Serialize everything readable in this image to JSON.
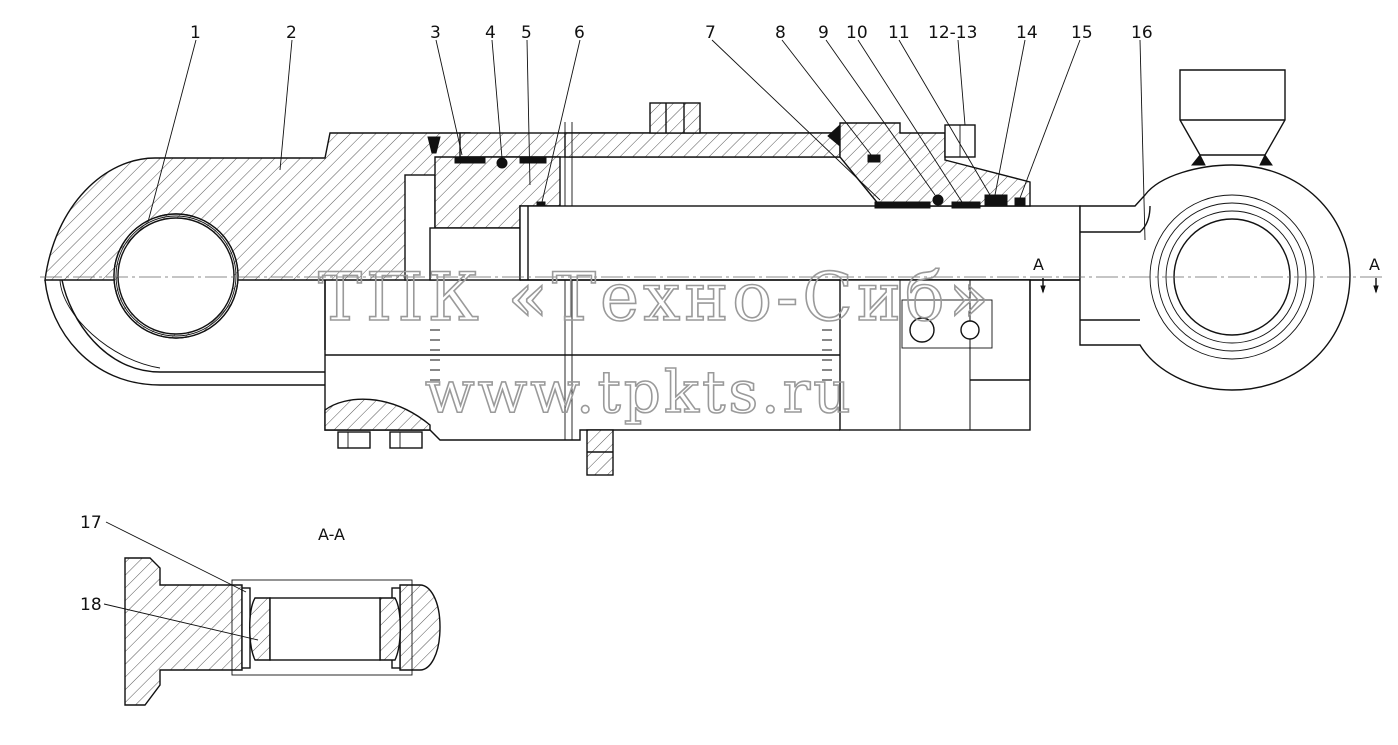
{
  "callouts": {
    "c1": "1",
    "c2": "2",
    "c3": "3",
    "c4": "4",
    "c5": "5",
    "c6": "6",
    "c7": "7",
    "c8": "8",
    "c9": "9",
    "c10": "10",
    "c11": "11",
    "c12": "12-13",
    "c14": "14",
    "c15": "15",
    "c16": "16",
    "c17": "17",
    "c18": "18"
  },
  "section": {
    "title": "A-A",
    "marker_left": "A",
    "marker_right": "A"
  },
  "watermark": {
    "line1": "ТПК «Техно-Сиб»",
    "line2": "www.tpkts.ru"
  }
}
